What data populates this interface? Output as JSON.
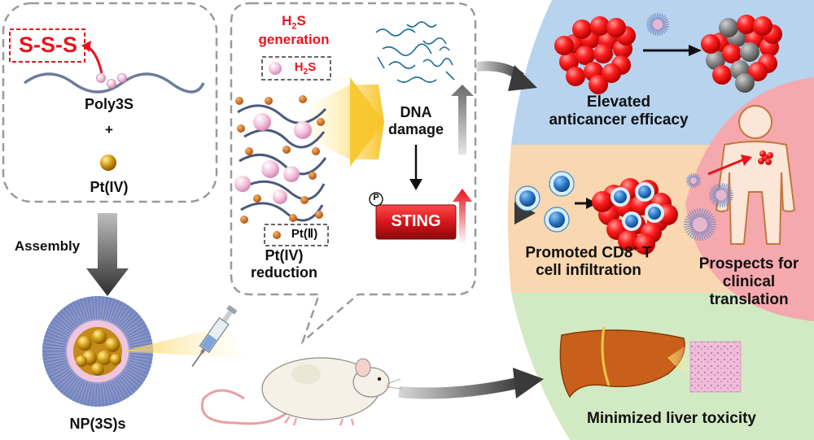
{
  "left_panel": {
    "sss_label": "S-S-S",
    "poly_label": "Poly3S",
    "plus": "+",
    "pt_label": "Pt(IV)"
  },
  "assembly_label": "Assembly",
  "np_label": "NP(3S)s",
  "mid_panel": {
    "h2s_gen_line1": "H",
    "h2s_gen_sub": "2",
    "h2s_gen_line1_rest": "S",
    "h2s_gen_line2": "generation",
    "h2s_key_h": "H",
    "h2s_key_sub": "2",
    "h2s_key_s": "S",
    "pt2_key": "Pt(Ⅱ)",
    "reduction_line1": "Pt(IV)",
    "reduction_line2": "reduction",
    "dna_line1": "DNA",
    "dna_line2": "damage",
    "sting": "STING",
    "p_badge": "P"
  },
  "right_panel": {
    "efficacy_line1": "Elevated",
    "efficacy_line2": "anticancer efficacy",
    "cd8_line1_a": "Promoted CD8",
    "cd8_sup": "+",
    "cd8_line1_b": " T",
    "cd8_line2": "cell infiltration",
    "prospects_line1": "Prospects for",
    "prospects_line2": "clinical",
    "prospects_line3": "translation",
    "liver": "Minimized liver toxicity"
  },
  "colors": {
    "blue_zone": "#b7d3ee",
    "orange_zone": "#f9d7b0",
    "green_zone": "#d2eac4",
    "pink_zone": "#f5a9ae",
    "accent_red": "#e8141c",
    "sting_red": "#d8151c",
    "gold": "#d9a21a",
    "liver": "#c8601b"
  }
}
